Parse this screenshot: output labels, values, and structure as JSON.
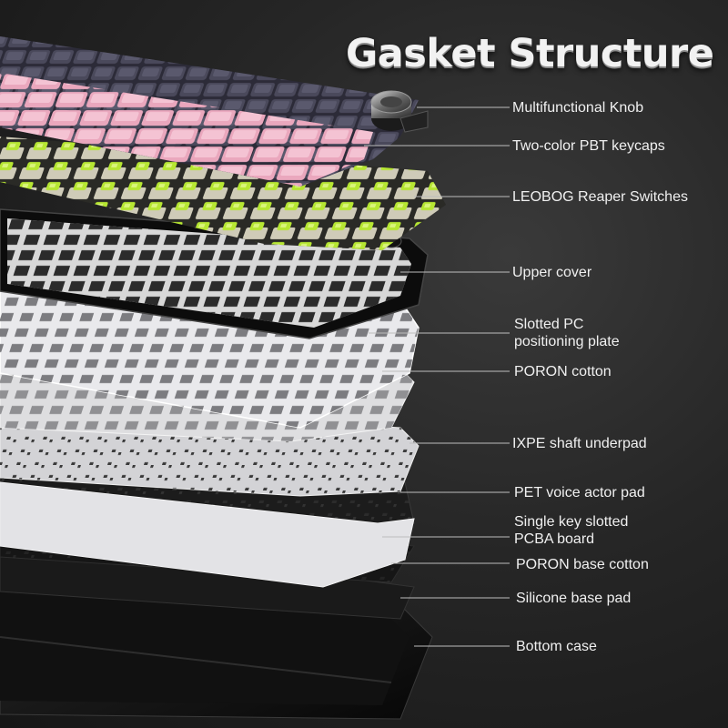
{
  "title": "Gasket Structure",
  "layers": [
    {
      "id": "knob",
      "label": "Multifunctional Knob"
    },
    {
      "id": "keycaps",
      "label": "Two-color PBT keycaps"
    },
    {
      "id": "switches",
      "label": "LEOBOG Reaper Switches"
    },
    {
      "id": "upper-cover",
      "label": "Upper cover"
    },
    {
      "id": "pc-plate",
      "label": "Slotted PC\npositioning plate"
    },
    {
      "id": "poron",
      "label": "PORON cotton"
    },
    {
      "id": "ixpe",
      "label": "IXPE shaft underpad"
    },
    {
      "id": "pet",
      "label": "PET voice actor pad"
    },
    {
      "id": "pcba",
      "label": "Single key slotted\nPCBA board"
    },
    {
      "id": "poron-base",
      "label": "PORON base cotton"
    },
    {
      "id": "silicone",
      "label": "Silicone base pad"
    },
    {
      "id": "bottom-case",
      "label": "Bottom case"
    }
  ],
  "colors": {
    "background": "#262626",
    "keycap_dark": "#3b3a4a",
    "keycap_pink": "#eaa7bd",
    "switch_stem": "#b6e632",
    "switch_housing": "#cfcbb8",
    "plate_white": "#e8e8ea",
    "case_black": "#0e0e0e",
    "leader_line": "#bdbdbd"
  }
}
